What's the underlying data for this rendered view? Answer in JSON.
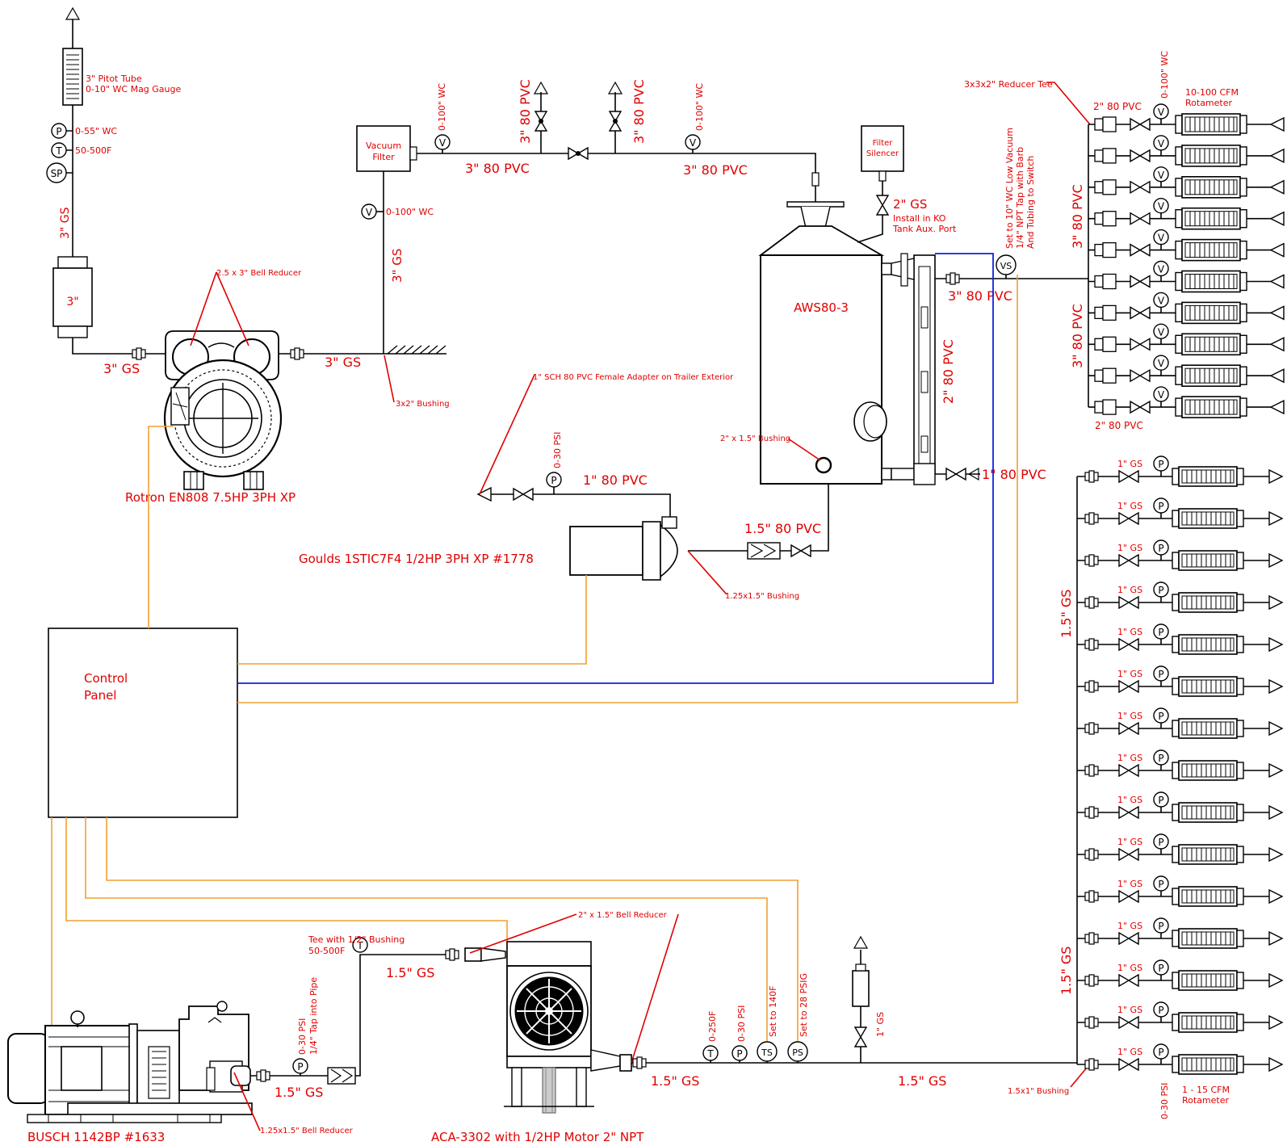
{
  "exhaust": {
    "pitot": "3\" Pitot Tube",
    "mag_gauge": "0-10\" WC Mag Gauge",
    "p_range": "0-55\" WC",
    "t_range": "50-500F",
    "stack_pipe": "3\" GS",
    "stack_size": "3\""
  },
  "gauges": {
    "p": "P",
    "t": "T",
    "sp": "SP",
    "v": "V",
    "vs": "VS",
    "ts": "TS",
    "ps": "PS"
  },
  "blower": {
    "label": "Rotron EN808 7.5HP 3PH XP",
    "reducer": "2.5 x 3\" Bell Reducer",
    "in_pipe": "3\" GS",
    "out_pipe": "3\" GS",
    "bushing": "3x2\" Bushing"
  },
  "vacuum_filter": {
    "name1": "Vacuum",
    "name2": "Filter",
    "gauge": "0-100\" WC",
    "riser": "3\" GS"
  },
  "header": {
    "pipe_left": "3\" 80 PVC",
    "pipe_right": "3\" 80 PVC",
    "gauge_left": "0-100\" WC",
    "gauge_right": "0-100\" WC",
    "vent1": "3\" 80 PVC",
    "vent2": "3\" 80 PVC"
  },
  "tank": {
    "name": "AWS80-3",
    "silencer1": "Filter",
    "silencer2": "Silencer",
    "gs": "2\" GS",
    "install1": "Install in KO",
    "install2": "Tank Aux. Port",
    "sight_pipe": "2\" 80 PVC",
    "drain": "1\" 80 PVC",
    "bushing": "2\" x 1.5\" Bushing",
    "out_pipe": "3\" 80 PVC"
  },
  "vs_note": {
    "line1": "Set to 10\" WC Low Vacuum",
    "line2": "1/4\" NPT Tap with Barb",
    "line3": "And Tubing to Switch"
  },
  "transfer": {
    "adapter": "1\" SCH 80 PVC Female Adapter on Trailer Exterior",
    "gauge": "0-30 PSI",
    "pipe": "1\" 80 PVC",
    "suction": "1.5\" 80 PVC",
    "pump_label": "Goulds 1STIC7F4 1/2HP 3PH XP #1778",
    "bushing": "1.25x1.5\" Bushing"
  },
  "control_panel": {
    "line1": "Control",
    "line2": "Panel"
  },
  "manifold_upper": {
    "tee": "3x3x2\" Reducer Tee",
    "pipe_top": "2\" 80 PVC",
    "pipe_bottom": "2\" 80 PVC",
    "gauge": "0-100\" WC",
    "rot1": "10-100 CFM",
    "rot2": "Rotameter",
    "header1": "3\" 80 PVC",
    "header2": "3\" 80 PVC"
  },
  "manifold_lower": {
    "branch_label": "1\" GS",
    "header1": "1.5\" GS",
    "header2": "1.5\" GS",
    "bushing": "1.5x1\" Bushing",
    "gauge": "0-30 PSI",
    "rot1": "1 - 15 CFM",
    "rot2": "Rotameter"
  },
  "compressor": {
    "label": "BUSCH 1142BP #1633",
    "gauge1": "0-30 PSI",
    "gauge2": "1/4\" Tap into Pipe",
    "pipe": "1.5\" GS",
    "reducer": "1.25x1.5\" Bell Reducer",
    "tee1": "Tee with 1/2\" Bushing",
    "tee2": "50-500F",
    "pipe2": "1.5\" GS"
  },
  "cooler": {
    "label": "ACA-3302 with 1/2HP Motor 2\" NPT",
    "reducer": "2\" x 1.5\" Bell Reducer",
    "out_pipe": "1.5\" GS",
    "t_range": "0-250F",
    "p_range": "0-30 PSI",
    "ts_set": "Set to 140F",
    "ps_set": "Set to 28 PSIG",
    "relief": "1\" GS",
    "main_pipe": "1.5\" GS"
  }
}
